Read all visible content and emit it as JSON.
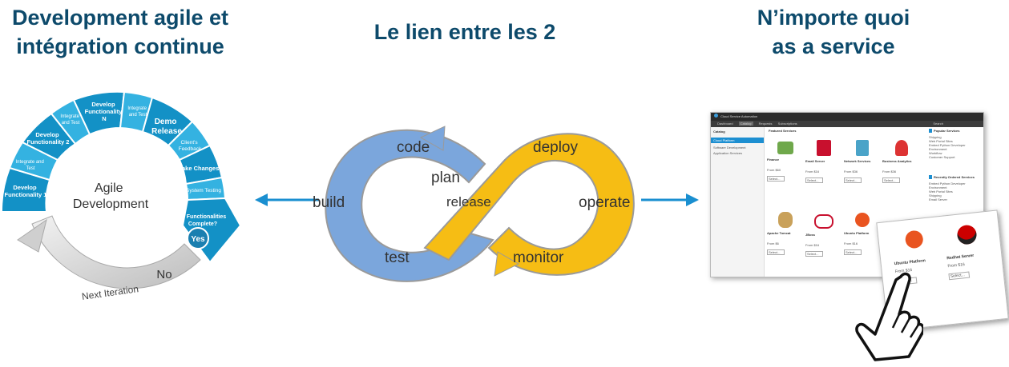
{
  "headings": {
    "left": [
      "Development agile et",
      "intégration continue"
    ],
    "center": "Le lien entre les 2",
    "right": [
      "N’importe quoi",
      "as a service"
    ]
  },
  "agile": {
    "center": [
      "Agile",
      "Development"
    ],
    "segments": {
      "s1": [
        "Develop",
        "Functionality 1"
      ],
      "s2": [
        "Integrate and",
        "Test"
      ],
      "s3": [
        "Develop",
        "Functionality 2"
      ],
      "s4": [
        "Integrate",
        "and Test"
      ],
      "s5": [
        "Develop",
        "Functionality",
        "N"
      ],
      "s6": [
        "Integrate",
        "and Test"
      ],
      "s7": [
        "Demo",
        "Release"
      ],
      "s8": [
        "Client's",
        "Feedback"
      ],
      "s9": "Make Changes",
      "s10": "System Testing",
      "s11": [
        "All Functionalities",
        "Complete?"
      ]
    },
    "yes": "Yes",
    "no": "No",
    "next": "Next Iteration"
  },
  "devops": {
    "code": "code",
    "plan": "plan",
    "build": "build",
    "release": "release",
    "test": "test",
    "deploy": "deploy",
    "operate": "operate",
    "monitor": "monitor"
  },
  "csa": {
    "title": "Cloud Service Automation",
    "tabs": [
      "Dashboard",
      "Catalog",
      "Requests",
      "Subscriptions"
    ],
    "search": "Search",
    "sidebar_title": "Catalog",
    "sidebar_items": [
      "Cloud Platform",
      "Software Development",
      "Application Services"
    ],
    "featured": "Featured Services",
    "cards": [
      {
        "name": "Finance",
        "price": "From $60",
        "btn": "Select..."
      },
      {
        "name": "Email Server",
        "price": "From $16",
        "btn": "Select..."
      },
      {
        "name": "Network Services",
        "price": "From $36",
        "btn": "Select..."
      },
      {
        "name": "Business Analytics",
        "price": "From $36",
        "btn": "Select..."
      },
      {
        "name": "Apache Tomcat",
        "price": "From $6",
        "btn": "Select..."
      },
      {
        "name": "JBoss",
        "price": "From $16",
        "btn": "Select..."
      },
      {
        "name": "Ubuntu Platform",
        "price": "From $16",
        "btn": "Select..."
      }
    ],
    "right_panel": {
      "popular": "Popular Services",
      "popular_items": [
        "Shipping",
        "Web Portal Sites",
        "Embed Python Developer Environment",
        "Workflow",
        "Customer Support"
      ],
      "recent": "Recently Ordered Services",
      "recent_items": [
        "Embed Python Developer Environment",
        "Web Portal Sites",
        "Shipping",
        "Email Server"
      ]
    },
    "zoom_cards": [
      {
        "name": "Ubuntu Platform",
        "price": "From $16",
        "btn": "Select..."
      },
      {
        "name": "Redhat Server",
        "price": "From $16",
        "btn": "Select..."
      }
    ]
  },
  "colors": {
    "heading": "#0d4a6b",
    "agile_dark": "#1391c6",
    "agile_light": "#34b2e1",
    "arrow": "#1a8fd0",
    "devops_blue": "#7ba6dc",
    "devops_yellow": "#f6bd14"
  }
}
